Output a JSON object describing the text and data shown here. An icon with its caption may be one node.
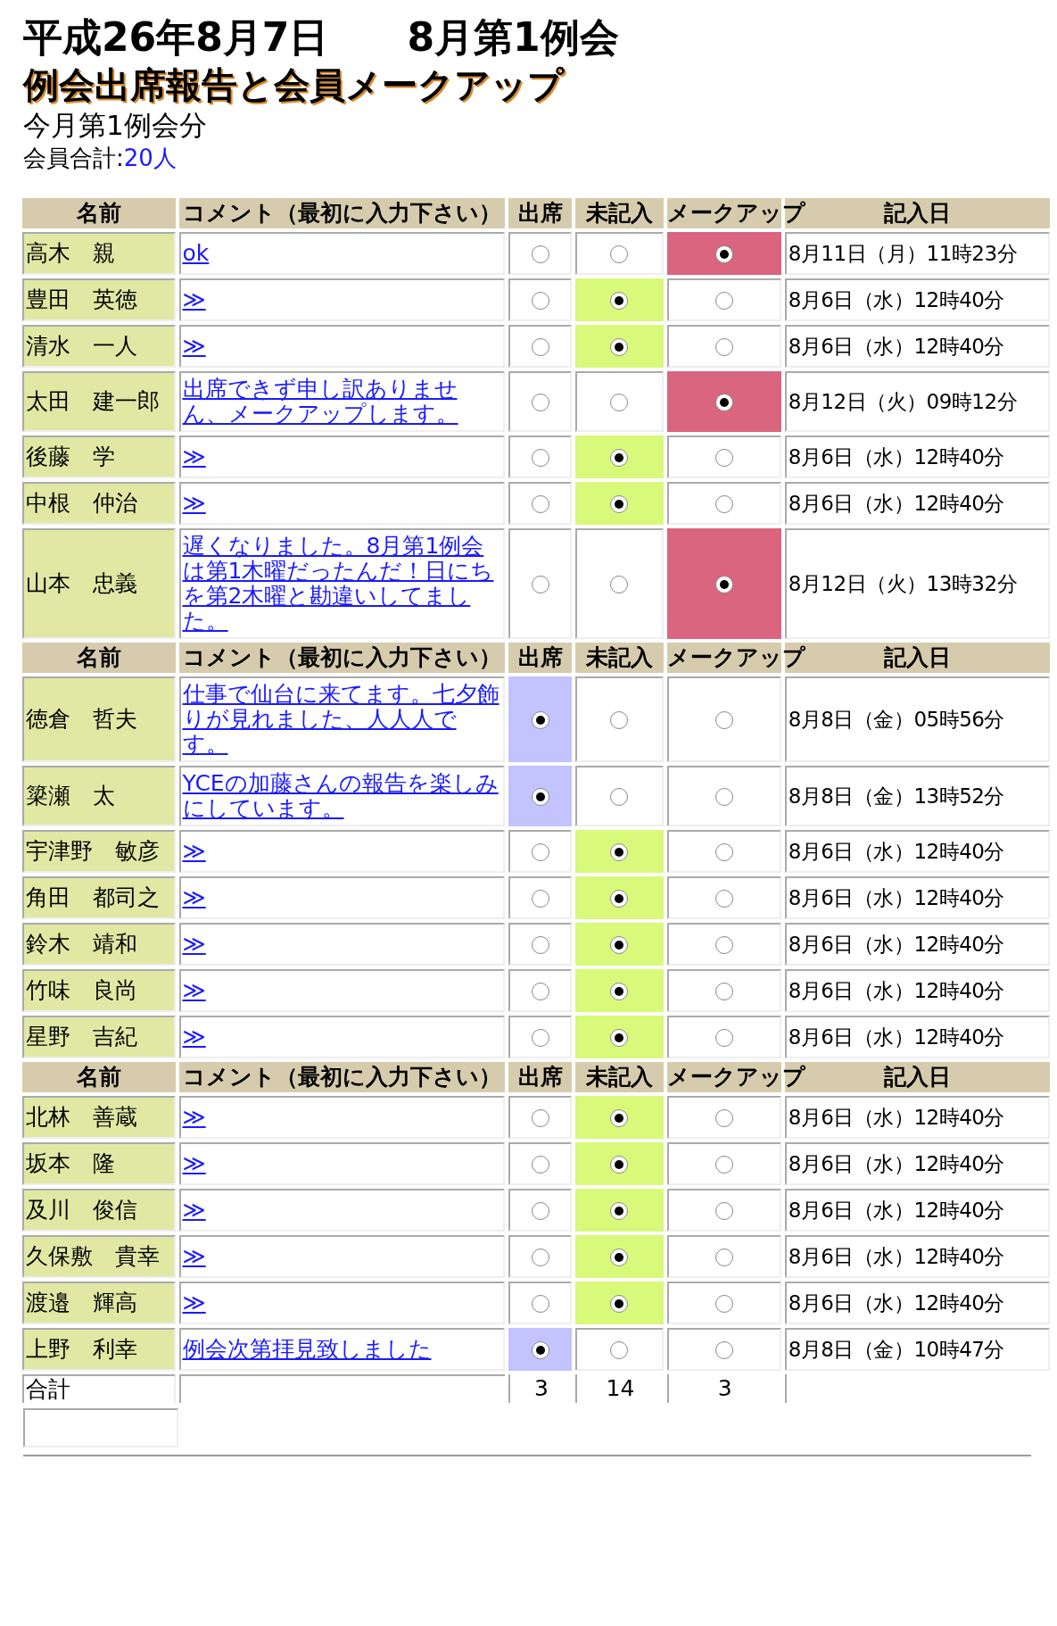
{
  "diagram": {
    "labels": [
      "平成26年8月7日　　8月第1例会",
      "例会出席報告と会員メークアップ",
      "今月第1例会分",
      "会員合計:",
      "20人",
      "名前",
      "コメント（最初に入力下さい）",
      "出席",
      "未記入",
      "メークアップ",
      "記入日",
      "高木　親",
      "ok",
      "8月11日（月）11時23分",
      "豊田　英徳",
      "≫",
      "8月6日（水）12時40分",
      "清水　一人",
      "≫",
      "8月6日（水）12時40分",
      "太田　建一郎",
      "出席できず申し訳ありません、メークアップします。",
      "8月12日（火）09時12分",
      "後藤　学",
      "≫",
      "8月6日（水）12時40分",
      "中根　仲治",
      "≫",
      "8月6日（水）12時40分",
      "山本　忠義",
      "遅くなりました。8月第1例会は第1木曜だったんだ！日にちを第2木曜と勘違いしてました。",
      "8月12日（火）13時32分",
      "名前",
      "コメント（最初に入力下さい）",
      "出席",
      "未記入",
      "メークアップ",
      "記入日",
      "徳倉　哲夫",
      "仕事で仙台に来てます。七夕飾りが見れました、人人人です。",
      "8月8日（金）05時56分",
      "簗瀬　太",
      "YCEの加藤さんの報告を楽しみにしています。",
      "8月8日（金）13時52分",
      "宇津野　敏彦",
      "≫",
      "8月6日（水）12時40分",
      "角田　都司之",
      "≫",
      "8月6日（水）12時40分",
      "鈴木　靖和",
      "≫",
      "8月6日（水）12時40分",
      "竹味　良尚",
      "≫",
      "8月6日（水）12時40分",
      "星野　吉紀",
      "≫",
      "8月6日（水）12時40分",
      "名前",
      "コメント（最初に入力下さい）",
      "出席",
      "未記入",
      "メークアップ",
      "記入日",
      "北林　善蔵",
      "≫",
      "8月6日（水）12時40分",
      "坂本　隆",
      "≫",
      "8月6日（水）12時40分",
      "及川　俊信",
      "≫",
      "8月6日（水）12時40分",
      "久保敷　貴幸",
      "≫",
      "8月6日（水）12時40分",
      "渡邉　輝高",
      "≫",
      "8月6日（水）12時40分",
      "上野　利幸",
      "例会次第拝見致しました",
      "8月8日（金）10時47分",
      "合計",
      "3",
      "14",
      "3"
    ]
  }
}
